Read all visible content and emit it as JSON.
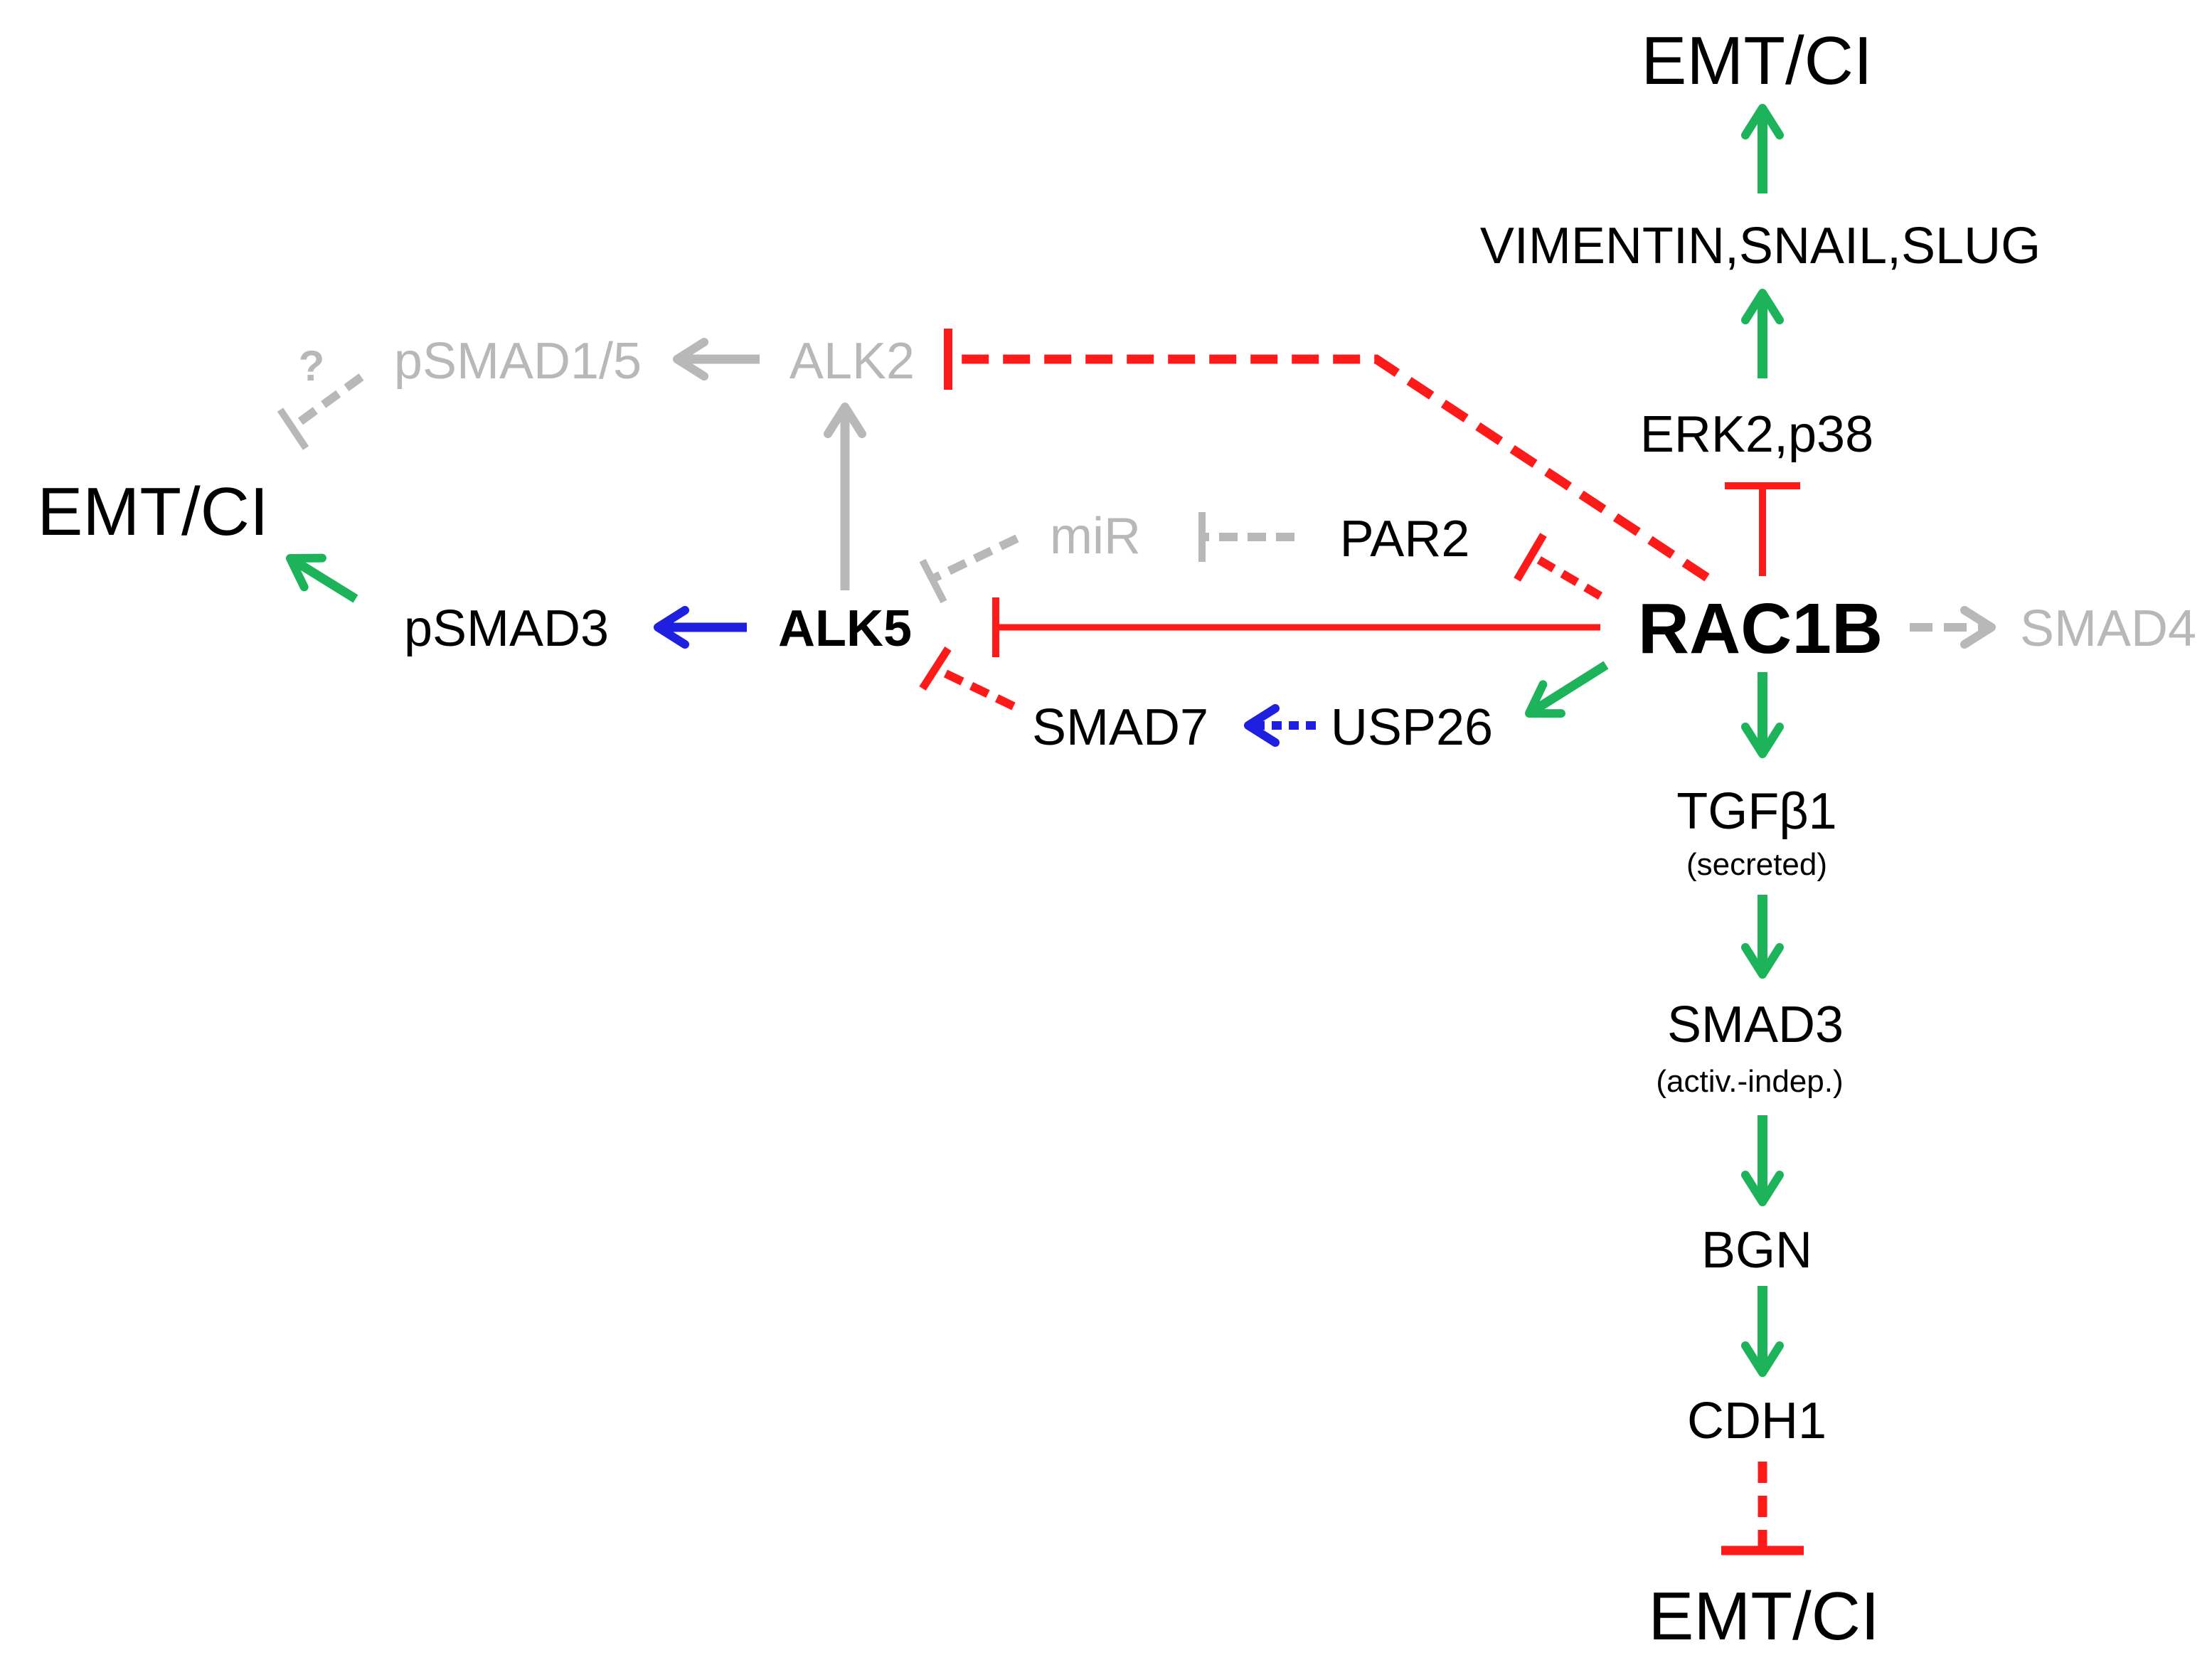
{
  "colors": {
    "activation": "#1db35a",
    "inhibition": "#ff1a1a",
    "blue": "#1f1fe0",
    "grey": "#b8b8b8",
    "text": "#000000"
  },
  "nodes": {
    "emt_top": "EMT/CI",
    "vimentin_snail_slug": "VIMENTIN,SNAIL,SLUG",
    "erk2_p38": "ERK2,p38",
    "rac1b": "RAC1B",
    "smad4": "SMAD4",
    "tgfb1": "TGFβ1",
    "tgfb1_note": "(secreted)",
    "smad3": "SMAD3",
    "smad3_note": "(activ.-indep.)",
    "bgn": "BGN",
    "cdh1": "CDH1",
    "emt_bottom": "EMT/CI",
    "emt_left": "EMT/CI",
    "psmad3": "pSMAD3",
    "alk5": "ALK5",
    "alk2": "ALK2",
    "psmad15": "pSMAD1/5",
    "question": "?",
    "mir": "miR",
    "par2": "PAR2",
    "smad7": "SMAD7",
    "usp26": "USP26"
  }
}
